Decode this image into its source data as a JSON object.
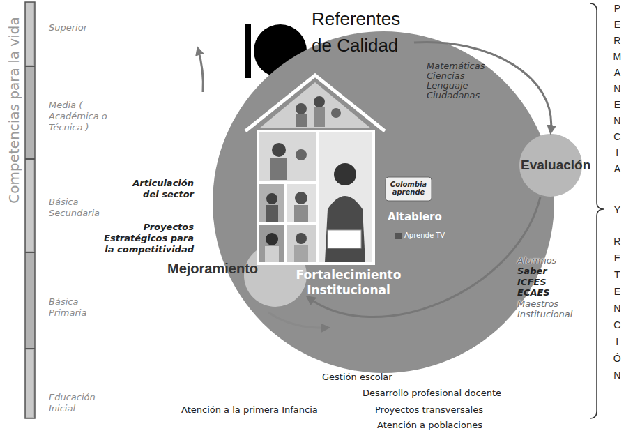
{
  "diagram": {
    "nodes": [
      {
        "text": [
          "Referentes de Calidad"
        ]
      },
      {
        "text": [
          "Fortalecimiento Institucional"
        ]
      },
      {
        "text": [
          "Evaluación"
        ]
      },
      {
        "text": [
          "Mejoramiento"
        ]
      }
    ],
    "edges": [
      {
        "from": 0,
        "to": 2,
        "arrow": "to"
      },
      {
        "from": 2,
        "to": 3,
        "arrow": "to"
      }
    ],
    "labels": [
      "Competencias para la vida",
      "Superior",
      "Media ( Académica o Técnica )",
      "Básica Secundaria",
      "Básica Primaria",
      "Educación Inicial",
      "Matemáticas Ciencias Lenguaje Ciudadanas",
      "Colombia aprende",
      "Altablero",
      "Aprende TV",
      "Alumnos",
      "Saber",
      "ICFES",
      "ECAES",
      "Maestros",
      "Institucional",
      "Articulación del sector",
      "Proyectos Estratégicos para la competitividad",
      "Gestión escolar",
      "Desarrollo profesional docente",
      "Atención a la primera Infancia",
      "Proyectos transversales",
      "Atención a poblaciones",
      "PERMANENCIA",
      "Y",
      "RETENCIÓN"
    ]
  }
}
